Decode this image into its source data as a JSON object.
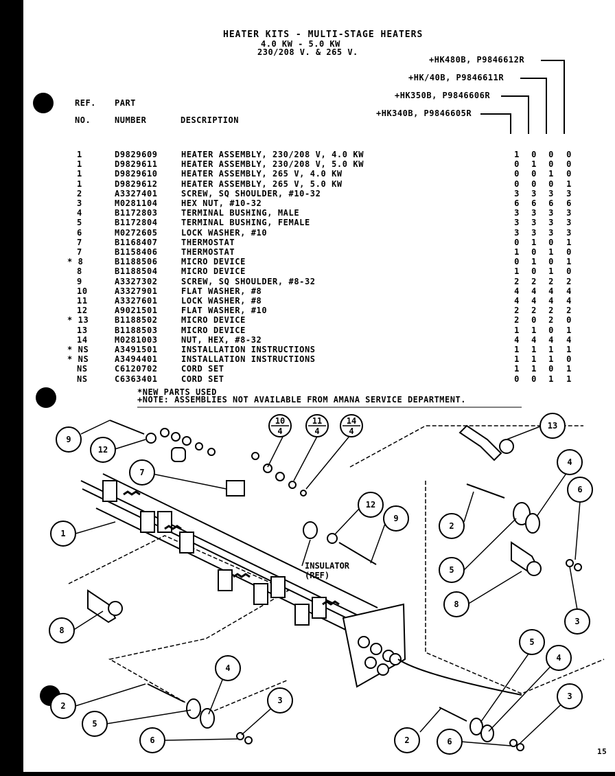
{
  "header": {
    "title": "HEATER KITS - MULTI-STAGE HEATERS",
    "subtitle1": "4.0 KW - 5.0 KW",
    "subtitle2": "230/208 V. & 265 V."
  },
  "columns": {
    "ref_label1": "REF.",
    "ref_label2": "NO.",
    "part_label1": "PART",
    "part_label2": "NUMBER",
    "desc_label": "DESCRIPTION",
    "models": [
      "+HK480B, P9846612R",
      "+HK/40B, P9846611R",
      "+HK350B, P9846606R",
      "+HK340B, P9846605R"
    ]
  },
  "parts": [
    {
      "ref": "1",
      "part": "D9829609",
      "desc": "HEATER ASSEMBLY, 230/208 V, 4.0 KW",
      "q": [
        "1",
        "0",
        "0",
        "0"
      ]
    },
    {
      "ref": "1",
      "part": "D9829611",
      "desc": "HEATER ASSEMBLY, 230/208 V, 5.0 KW",
      "q": [
        "0",
        "1",
        "0",
        "0"
      ]
    },
    {
      "ref": "1",
      "part": "D9829610",
      "desc": "HEATER ASSEMBLY, 265 V, 4.0 KW",
      "q": [
        "0",
        "0",
        "1",
        "0"
      ]
    },
    {
      "ref": "1",
      "part": "D9829612",
      "desc": "HEATER ASSEMBLY, 265 V, 5.0 KW",
      "q": [
        "0",
        "0",
        "0",
        "1"
      ]
    },
    {
      "ref": "2",
      "part": "A3327401",
      "desc": "SCREW, SQ SHOULDER, #10-32",
      "q": [
        "3",
        "3",
        "3",
        "3"
      ]
    },
    {
      "ref": "3",
      "part": "M0281104",
      "desc": "HEX NUT, #10-32",
      "q": [
        "6",
        "6",
        "6",
        "6"
      ]
    },
    {
      "ref": "4",
      "part": "B1172803",
      "desc": "TERMINAL BUSHING, MALE",
      "q": [
        "3",
        "3",
        "3",
        "3"
      ]
    },
    {
      "ref": "5",
      "part": "B1172804",
      "desc": "TERMINAL BUSHING, FEMALE",
      "q": [
        "3",
        "3",
        "3",
        "3"
      ]
    },
    {
      "ref": "6",
      "part": "M0272605",
      "desc": "LOCK WASHER, #10",
      "q": [
        "3",
        "3",
        "3",
        "3"
      ]
    },
    {
      "ref": "7",
      "part": "B1168407",
      "desc": "THERMOSTAT",
      "q": [
        "0",
        "1",
        "0",
        "1"
      ]
    },
    {
      "ref": "7",
      "part": "B1158406",
      "desc": "THERMOSTAT",
      "q": [
        "1",
        "0",
        "1",
        "0"
      ]
    },
    {
      "ref": "* 8",
      "part": "B1188506",
      "desc": "MICRO DEVICE",
      "q": [
        "0",
        "1",
        "0",
        "1"
      ]
    },
    {
      "ref": "8",
      "part": "B1188504",
      "desc": "MICRO DEVICE",
      "q": [
        "1",
        "0",
        "1",
        "0"
      ]
    },
    {
      "ref": "9",
      "part": "A3327302",
      "desc": "SCREW, SQ SHOULDER, #8-32",
      "q": [
        "2",
        "2",
        "2",
        "2"
      ]
    },
    {
      "ref": "10",
      "part": "A3327901",
      "desc": "FLAT WASHER, #8",
      "q": [
        "4",
        "4",
        "4",
        "4"
      ]
    },
    {
      "ref": "11",
      "part": "A3327601",
      "desc": "LOCK WASHER, #8",
      "q": [
        "4",
        "4",
        "4",
        "4"
      ]
    },
    {
      "ref": "12",
      "part": "A9021501",
      "desc": "FLAT WASHER, #10",
      "q": [
        "2",
        "2",
        "2",
        "2"
      ]
    },
    {
      "ref": "* 13",
      "part": "B1188502",
      "desc": "MICRO DEVICE",
      "q": [
        "2",
        "0",
        "2",
        "0"
      ]
    },
    {
      "ref": "13",
      "part": "B1188503",
      "desc": "MICRO DEVICE",
      "q": [
        "1",
        "1",
        "0",
        "1"
      ]
    },
    {
      "ref": "14",
      "part": "M0281003",
      "desc": "NUT, HEX, #8-32",
      "q": [
        "4",
        "4",
        "4",
        "4"
      ]
    },
    {
      "ref": "* NS",
      "part": "A3491501",
      "desc": "INSTALLATION INSTRUCTIONS",
      "q": [
        "1",
        "1",
        "1",
        "1"
      ]
    },
    {
      "ref": "* NS",
      "part": "A3494401",
      "desc": "INSTALLATION INSTRUCTIONS",
      "q": [
        "1",
        "1",
        "1",
        "0"
      ]
    },
    {
      "ref": "NS",
      "part": "C6120702",
      "desc": "CORD SET",
      "q": [
        "1",
        "1",
        "0",
        "1"
      ]
    },
    {
      "ref": "NS",
      "part": "C6363401",
      "desc": "CORD SET",
      "q": [
        "0",
        "0",
        "1",
        "1"
      ]
    }
  ],
  "notes": {
    "note1": "*NEW PARTS USED",
    "note2": "+NOTE: ASSEMBLIES NOT AVAILABLE FROM AMANA SERVICE DEPARTMENT."
  },
  "diagram": {
    "insulator_label1": "INSULATOR",
    "insulator_label2": "(REF)",
    "callouts": [
      "9",
      "12",
      "10",
      "4",
      "11",
      "4",
      "14",
      "4",
      "13",
      "7",
      "4",
      "6",
      "12",
      "9",
      "1",
      "2",
      "5",
      "8",
      "3",
      "8",
      "5",
      "4",
      "2",
      "5",
      "4",
      "3",
      "6",
      "3",
      "2",
      "6"
    ]
  },
  "page_number": "15"
}
